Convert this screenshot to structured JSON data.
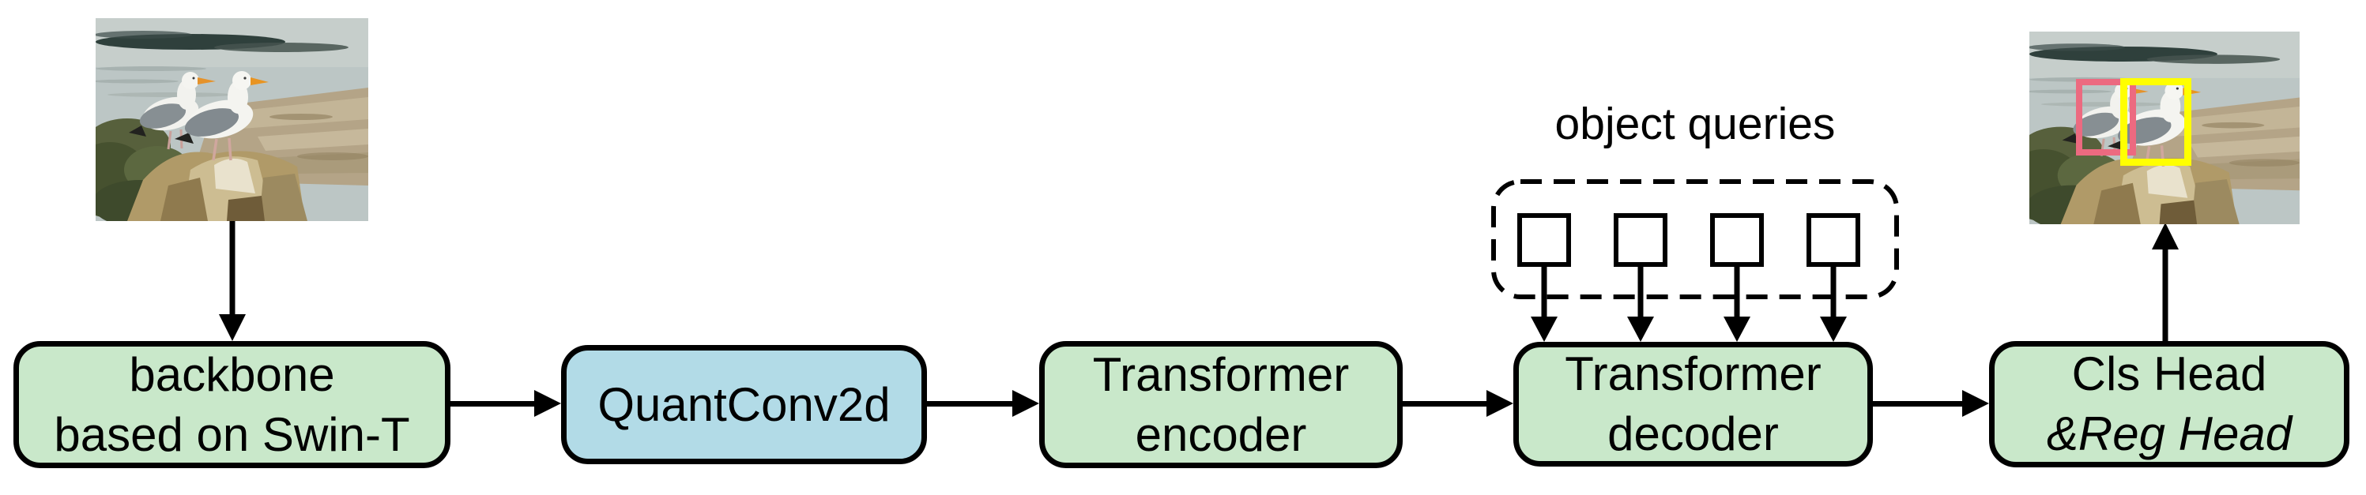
{
  "nodes": {
    "backbone": {
      "line1": "backbone",
      "line2": "based on Swin-T",
      "fill": "#c9e8ca"
    },
    "quantconv": {
      "label": "QuantConv2d",
      "fill": "#b2dbe7"
    },
    "encoder": {
      "line1": "Transformer",
      "line2": "encoder",
      "fill": "#c9e8ca"
    },
    "decoder": {
      "line1": "Transformer",
      "line2": "decoder",
      "fill": "#c9e8ca"
    },
    "heads": {
      "line1": "Cls Head",
      "line2": "&Reg Head",
      "fill": "#c9e8ca"
    }
  },
  "queries": {
    "label": "object queries",
    "count": 4
  },
  "detections": {
    "pink_box_color": "#ec6a80",
    "yellow_box_color": "#ffff00"
  },
  "colors": {
    "node_green": "#c9e8ca",
    "node_blue": "#b2dbe7",
    "outline": "#000000",
    "background": "#ffffff"
  }
}
